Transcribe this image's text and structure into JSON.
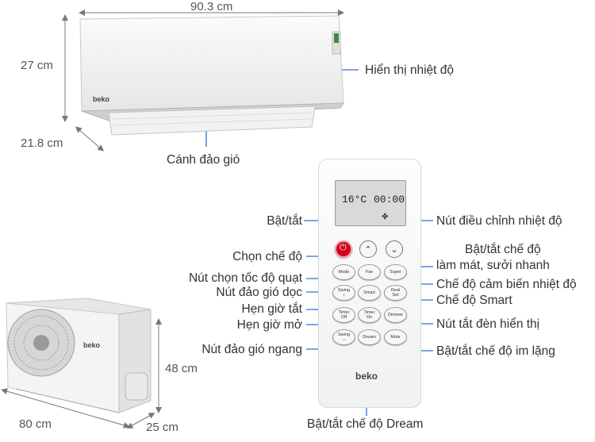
{
  "indoor_unit": {
    "width": "90.3 cm",
    "height": "27 cm",
    "depth": "21.8 cm",
    "brand": "beko",
    "labels": {
      "display": "Hiển thị nhiệt độ",
      "louver": "Cánh đảo gió"
    }
  },
  "outdoor_unit": {
    "height": "48 cm",
    "width": "80 cm",
    "depth": "25 cm",
    "brand": "beko"
  },
  "remote": {
    "brand": "beko",
    "lcd_temp": "16°C",
    "lcd_time": "00:00",
    "buttons": {
      "mode": "Mode",
      "fan": "Fan",
      "super": "Super",
      "swing_v": "Swing",
      "smart": "Smart",
      "real_set_1": "Real",
      "real_set_2": "Set",
      "timer_off_1": "Timer",
      "timer_off_2": "Off",
      "timer_on_1": "Timer",
      "timer_on_2": "On",
      "dimmer": "Dimmer",
      "swing_h": "Swing",
      "dream": "Dream",
      "mute": "Mute"
    }
  },
  "callouts": {
    "power": "Bật/tắt",
    "mode": "Chọn chế độ",
    "fan_speed": "Nút chọn tốc độ quạt",
    "swing_vertical": "Nút đảo gió dọc",
    "timer_off": "Hẹn giờ tắt",
    "timer_on": "Hẹn giờ mở",
    "swing_horizontal": "Nút đảo gió ngang",
    "temp_adjust": "Nút điều chỉnh nhiệt độ",
    "super_line1": "Bật/tắt chế độ",
    "super_line2": "làm mát, sưởi nhanh",
    "real_set": "Chế độ cảm biến nhiệt độ",
    "smart": "Chế độ Smart",
    "dimmer": "Nút tắt đèn hiển thị",
    "mute": "Bật/tắt chế độ im lặng",
    "dream": "Bật/tắt chế độ Dream"
  },
  "colors": {
    "callout_line": "#2f6fd6",
    "dimension_line": "#777777",
    "power_button": "#d0021b"
  }
}
